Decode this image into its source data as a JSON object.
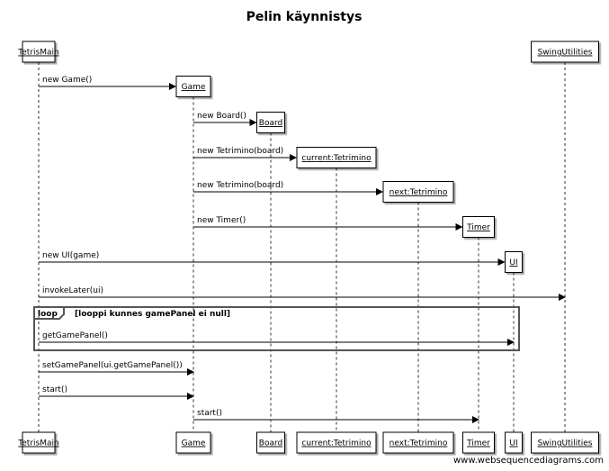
{
  "diagram": {
    "title": "Pelin käynnistys",
    "participants": [
      {
        "id": "TetrisMain",
        "label": "TetrisMain",
        "created_by_step": null
      },
      {
        "id": "Game",
        "label": "Game",
        "created_by_step": 0
      },
      {
        "id": "Board",
        "label": "Board",
        "created_by_step": 1
      },
      {
        "id": "current",
        "label": "current:Tetrimino",
        "created_by_step": 2
      },
      {
        "id": "next",
        "label": "next:Tetrimino",
        "created_by_step": 3
      },
      {
        "id": "Timer",
        "label": "Timer",
        "created_by_step": 4
      },
      {
        "id": "UI",
        "label": "UI",
        "created_by_step": 5
      },
      {
        "id": "SwingUtilities",
        "label": "SwingUtilities",
        "created_by_step": null
      }
    ],
    "messages": [
      {
        "from": "TetrisMain",
        "to": "Game",
        "label": "new Game()",
        "create": true
      },
      {
        "from": "Game",
        "to": "Board",
        "label": "new Board()",
        "create": true
      },
      {
        "from": "Game",
        "to": "current",
        "label": "new Tetrimino(board)",
        "create": true
      },
      {
        "from": "Game",
        "to": "next",
        "label": "new Tetrimino(board)",
        "create": true
      },
      {
        "from": "Game",
        "to": "Timer",
        "label": "new Timer()",
        "create": true
      },
      {
        "from": "TetrisMain",
        "to": "UI",
        "label": "new UI(game)",
        "create": true
      },
      {
        "from": "TetrisMain",
        "to": "SwingUtilities",
        "label": "invokeLater(ui)",
        "create": false
      },
      {
        "from": "TetrisMain",
        "to": "UI",
        "label": "getGamePanel()",
        "create": false
      },
      {
        "from": "TetrisMain",
        "to": "Game",
        "label": "setGamePanel(ui.getGamePanel())",
        "create": false
      },
      {
        "from": "TetrisMain",
        "to": "Game",
        "label": "start()",
        "create": false
      },
      {
        "from": "Game",
        "to": "Timer",
        "label": "start()",
        "create": false
      }
    ],
    "loop": {
      "keyword": "loop",
      "condition": "[looppi kunnes gamePanel ei null]",
      "contains_message": 7
    },
    "credit": "www.websequencediagrams.com"
  }
}
